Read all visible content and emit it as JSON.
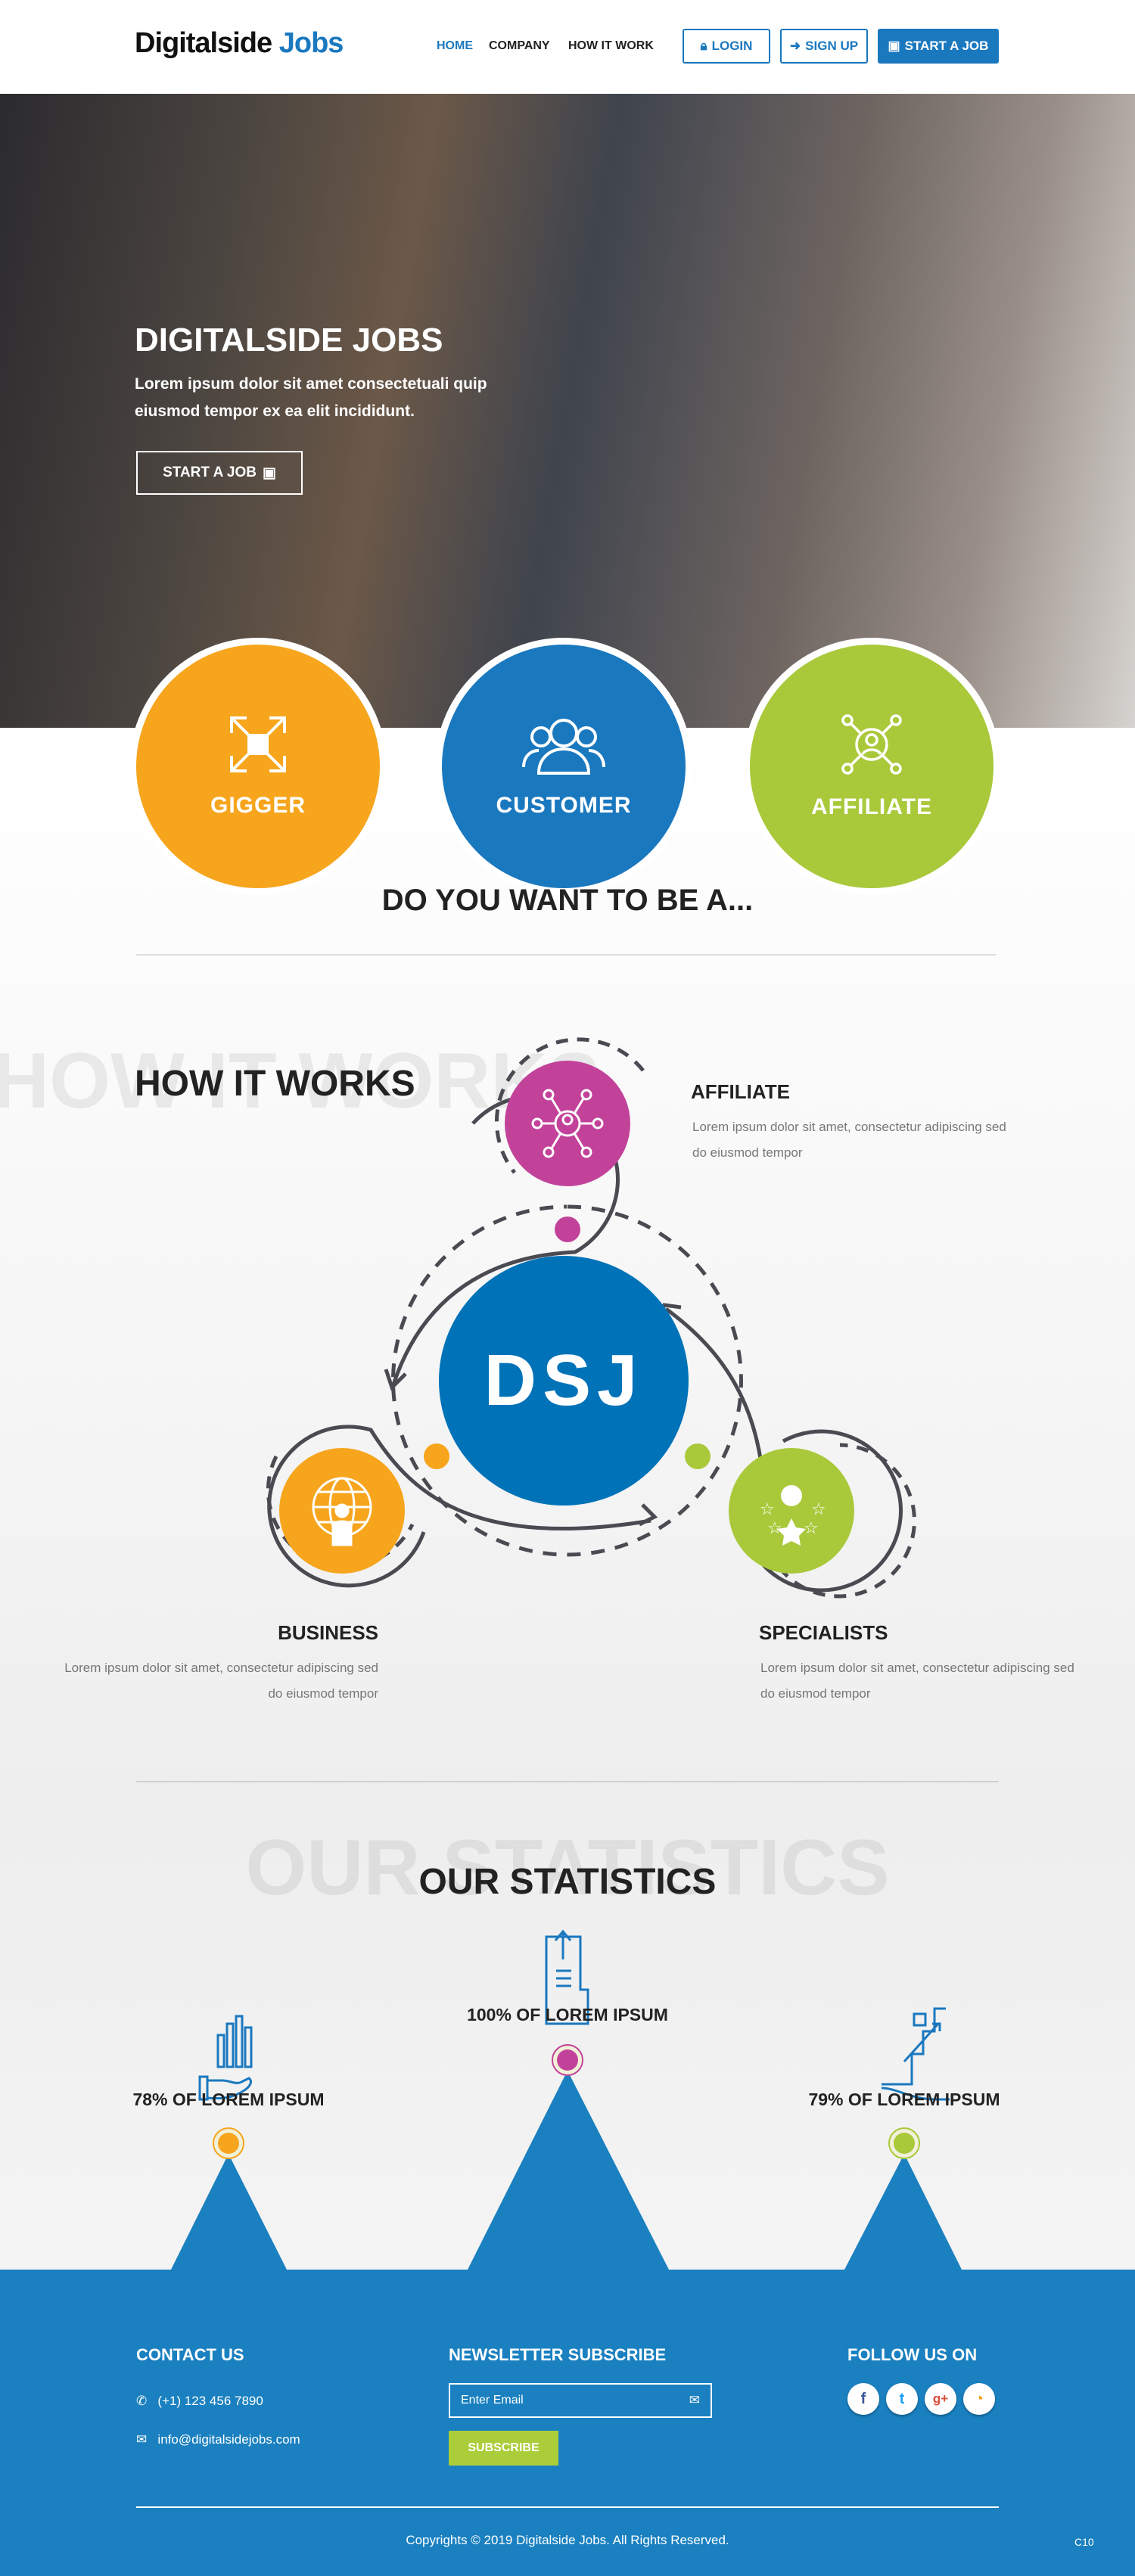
{
  "header": {
    "logo_main": "Digitalside",
    "logo_accent": "Jobs",
    "nav": [
      "HOME",
      "COMPANY",
      "HOW IT WORK"
    ],
    "login": "LOGIN",
    "signup": "SIGN UP",
    "start_job": "START A JOB"
  },
  "hero": {
    "title": "DIGITALSIDE JOBS",
    "subtitle": "Lorem ipsum dolor sit amet consectetuali quip eiusmod tempor ex ea elit incididunt.",
    "button": "START A JOB"
  },
  "roles": [
    {
      "label": "GIGGER",
      "color": "#f6a51d"
    },
    {
      "label": "CUSTOMER",
      "color": "#1a78bf"
    },
    {
      "label": "AFFILIATE",
      "color": "#a9c93b"
    }
  ],
  "roles_heading": "DO YOU WANT TO BE A...",
  "how": {
    "watermark": "HOW IT WORKS",
    "title": "HOW IT WORKS",
    "center": "DSJ",
    "steps": [
      {
        "title": "AFFILIATE",
        "desc": "Lorem ipsum dolor sit amet, consectetur adipiscing sed do eiusmod tempor",
        "color": "#c2429a"
      },
      {
        "title": "BUSINESS",
        "desc": "Lorem ipsum dolor sit amet, consectetur adipiscing sed do eiusmod tempor",
        "color": "#f6a51d"
      },
      {
        "title": "SPECIALISTS",
        "desc": "Lorem ipsum dolor sit amet, consectetur adipiscing sed do eiusmod tempor",
        "color": "#a9c93b"
      }
    ]
  },
  "stats": {
    "watermark": "OUR STATISTICS",
    "title": "OUR STATISTICS",
    "items": [
      {
        "label": "78% OF LOREM IPSUM",
        "value": 78
      },
      {
        "label": "100% OF LOREM IPSUM",
        "value": 100
      },
      {
        "label": "79% OF LOREM IPSUM",
        "value": 79
      }
    ]
  },
  "footer": {
    "contact_title": "CONTACT US",
    "phone": "(+1) 123 456 7890",
    "email": "info@digitalsidejobs.com",
    "newsletter_title": "NEWSLETTER SUBSCRIBE",
    "email_placeholder": "Enter Email",
    "subscribe": "SUBSCRIBE",
    "follow_title": "FOLLOW US ON",
    "copyright": "Copyrights © 2019 Digitalside Jobs.  All Rights Reserved.",
    "code": "C10"
  }
}
